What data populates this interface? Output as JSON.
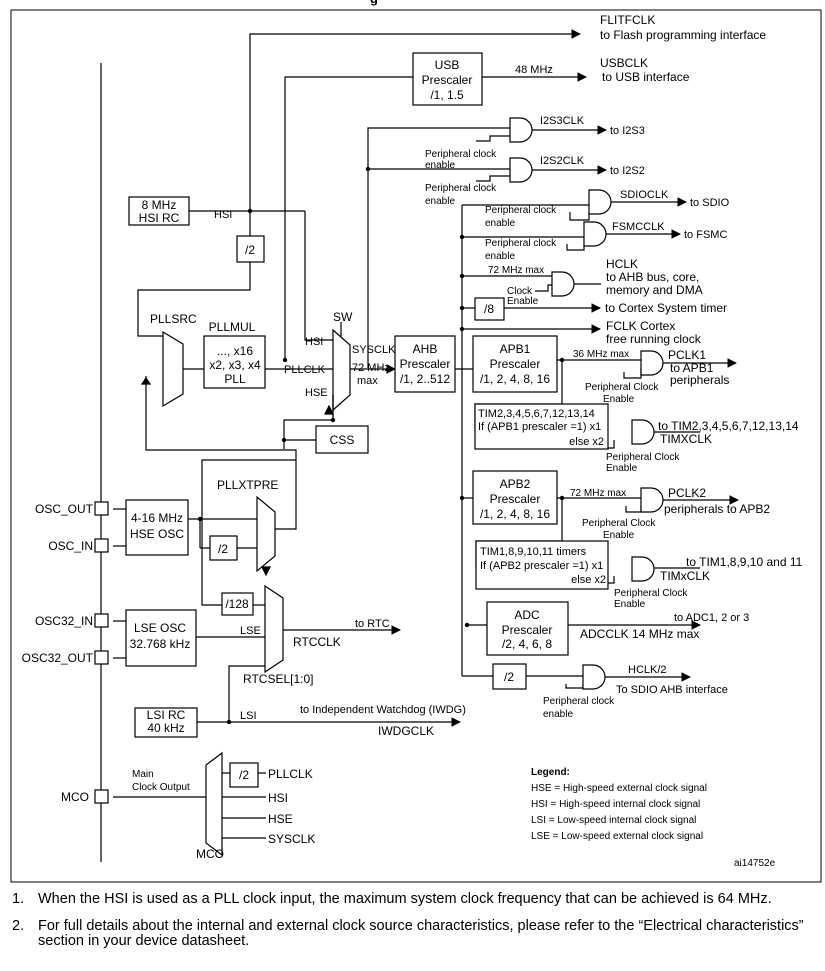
{
  "title_fragment": "g",
  "diagram_id": "ai14752e",
  "outputs": {
    "flitfclk": "FLITFCLK",
    "flitfclk_dest": "to Flash programming interface",
    "usbclk": "USBCLK",
    "usbclk_dest": "to USB interface",
    "usb_freq": "48 MHz",
    "i2s3clk": "I2S3CLK",
    "to_i2s3": "to I2S3",
    "i2s2clk": "I2S2CLK",
    "to_i2s2": "to I2S2",
    "sdioclk": "SDIOCLK",
    "to_sdio": "to SDIO",
    "fsmcclk": "FSMCCLK",
    "to_fsmc": "to FSMC",
    "hclk": "HCLK",
    "hclk_dest1": "to AHB bus, core,",
    "hclk_dest2": "memory and DMA",
    "hclk_max": "72 MHz max",
    "to_cortex_timer": "to Cortex System timer",
    "fclk1": "FCLK Cortex",
    "fclk2": "free running clock",
    "pclk1": "PCLK1",
    "pclk1_dest1": "to APB1",
    "pclk1_dest2": "peripherals",
    "apb1_max": "36 MHz max",
    "tim_apb1_dest": "to TIM2,3,4,5,6,7,12,13,14",
    "timxclk": "TIMXCLK",
    "pclk2": "PCLK2",
    "pclk2_dest": "peripherals to APB2",
    "apb2_max": "72 MHz max",
    "tim_apb2_dest": "to TIM1,8,9,10 and 11",
    "timxclk2": "TIMxCLK",
    "adc_dest": "to ADC1, 2 or 3",
    "adcclk": "ADCCLK 14 MHz max",
    "hclk2": "HCLK/2",
    "hclk2_dest": "To SDIO AHB interface",
    "rtc_dest": "to RTC",
    "rtcclk": "RTCCLK",
    "iwdg_dest": "to Independent Watchdog (IWDG)",
    "iwdgclk": "IWDGCLK"
  },
  "blocks": {
    "usb1": "USB",
    "usb2": "Prescaler",
    "usb3": "/1, 1.5",
    "hsi1": "8 MHz",
    "hsi2": "HSI RC",
    "div2": "/2",
    "div8": "/8",
    "div128": "/128",
    "pllmul": "PLLMUL",
    "pll1": "..., x16",
    "pll2": "x2, x3, x4",
    "pll3": "PLL",
    "ahb1": "AHB",
    "ahb2": "Prescaler",
    "ahb3": "/1, 2..512",
    "apb1_1": "APB1",
    "apb1_2": "Prescaler",
    "apb1_3": "/1, 2, 4, 8, 16",
    "apb2_1": "APB2",
    "apb2_2": "Prescaler",
    "apb2_3": "/1, 2, 4, 8, 16",
    "css": "CSS",
    "hse1": "4-16 MHz",
    "hse2": "HSE OSC",
    "lse1": "LSE OSC",
    "lse2": "32.768 kHz",
    "lsi1": "LSI RC",
    "lsi2": "40 kHz",
    "adc1": "ADC",
    "adc2": "Prescaler",
    "adc3": "/2, 4, 6, 8",
    "tim1_l1": "TIM2,3,4,5,6,7,12,13,14",
    "tim1_l2": "If (APB1 prescaler =1) x1",
    "tim1_l3": "else  x2",
    "tim2_l1": "TIM1,8,9,10,11 timers",
    "tim2_l2": "If (APB2 prescaler =1) x1",
    "tim2_l3": "else x2"
  },
  "labels": {
    "hsi": "HSI",
    "pllsrc": "PLLSRC",
    "sw": "SW",
    "sysclk": "SYSCLK",
    "sysclk_max1": "72 MHz",
    "sysclk_max2": "max",
    "pllclk": "PLLCLK",
    "hse": "HSE",
    "pllxtpre": "PLLXTPRE",
    "lse": "LSE",
    "lsi": "LSI",
    "rtcsel": "RTCSEL[1:0]",
    "mco": "MCO",
    "main_clock1": "Main",
    "main_clock2": "Clock Output",
    "mco_div2": "/2",
    "mco_pllclk": "PLLCLK",
    "mco_hsi": "HSI",
    "mco_hse": "HSE",
    "mco_sysclk": "SYSCLK",
    "periph_en1": "Peripheral clock",
    "periph_en2": "enable",
    "clock_enable1": "Clock",
    "clock_enable2": "Enable",
    "periph_clock1": "Peripheral Clock",
    "periph_clock2": "Enable"
  },
  "pins": {
    "osc_out": "OSC_OUT",
    "osc_in": "OSC_IN",
    "osc32_in": "OSC32_IN",
    "osc32_out": "OSC32_OUT",
    "mco": "MCO"
  },
  "legend": {
    "title": "Legend:",
    "items": [
      "HSE = High-speed external clock signal",
      "HSI = High-speed internal clock signal",
      "LSI = Low-speed internal clock signal",
      "LSE = Low-speed external clock signal"
    ]
  },
  "notes": [
    {
      "num": "1.",
      "text": "When the HSI is used as a PLL clock input, the maximum system clock frequency that can be achieved is 64 MHz."
    },
    {
      "num": "2.",
      "text": "For full details about the internal and external clock source characteristics, please refer to the “Electrical characteristics” section in your device datasheet."
    }
  ]
}
